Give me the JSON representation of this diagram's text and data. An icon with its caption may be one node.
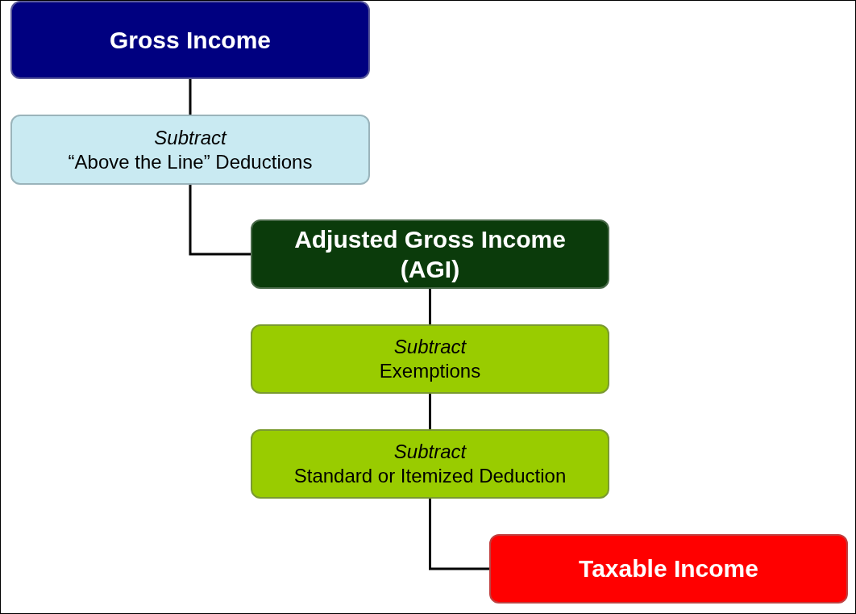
{
  "diagram": {
    "nodes": [
      {
        "text": [
          "Gross Income"
        ]
      },
      {
        "text": [
          "Subtract",
          "“Above the Line” Deductions"
        ]
      },
      {
        "text": [
          "Adjusted Gross Income (AGI)"
        ]
      },
      {
        "text": [
          "Subtract",
          "Exemptions"
        ]
      },
      {
        "text": [
          "Subtract",
          "Standard or Itemized Deduction"
        ]
      },
      {
        "text": [
          "Taxable Income"
        ]
      }
    ],
    "edges": [
      {
        "from": 0,
        "to": 1,
        "arrow": "none"
      },
      {
        "from": 1,
        "to": 2,
        "arrow": "none"
      },
      {
        "from": 2,
        "to": 3,
        "arrow": "none"
      },
      {
        "from": 3,
        "to": 4,
        "arrow": "none"
      },
      {
        "from": 4,
        "to": 5,
        "arrow": "none"
      }
    ]
  }
}
